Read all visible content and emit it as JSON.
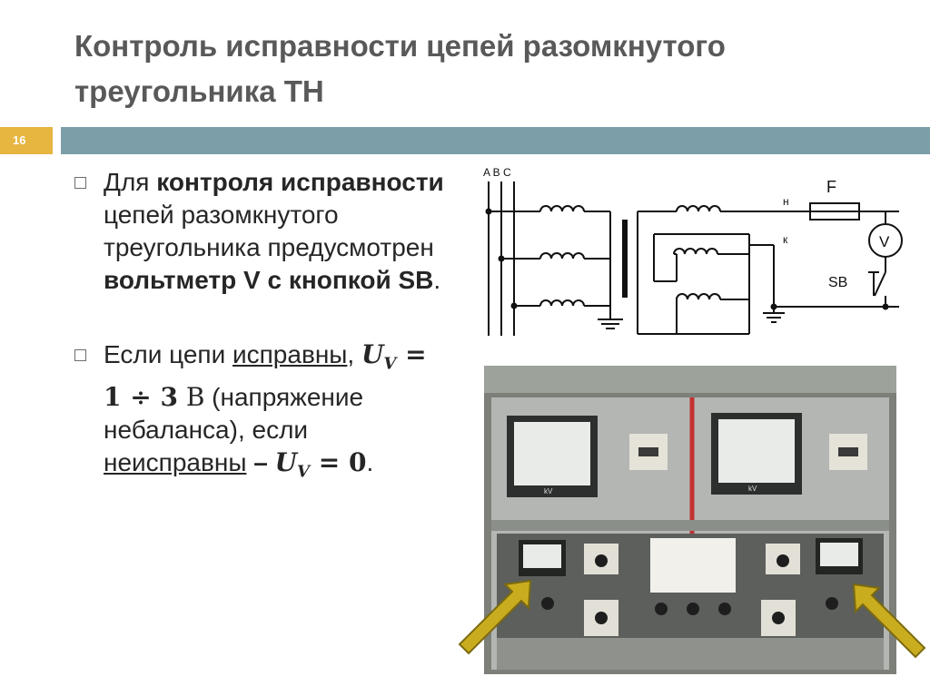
{
  "slide": {
    "title": "Контроль исправности цепей разомкнутого треугольника ТН",
    "number": "16"
  },
  "bullets": [
    {
      "parts": [
        "Для ",
        "контроля исправности",
        " цепей разомкнутого треугольника предусмотрен ",
        "вольтметр V с кнопкой SB",
        "."
      ]
    },
    {
      "parts": [
        "Если цепи ",
        "исправны",
        ", ",
        "U",
        "V",
        " = 1 ÷ 3",
        " В",
        " (напряжение небаланса), если ",
        "неисправны",
        " – ",
        "U",
        "V",
        " = 0",
        "."
      ]
    }
  ],
  "diagram": {
    "phases": "A B C",
    "label_f": "F",
    "label_h": "н",
    "label_k": "к",
    "label_v": "V",
    "label_sb": "SB"
  },
  "photo": {
    "meter_unit": "kV",
    "arrow_color": "#c9ad1f"
  },
  "colors": {
    "accent_yellow": "#e6b640",
    "rule_teal": "#7c9ea8",
    "panel_gray": "#b4b6b3"
  }
}
